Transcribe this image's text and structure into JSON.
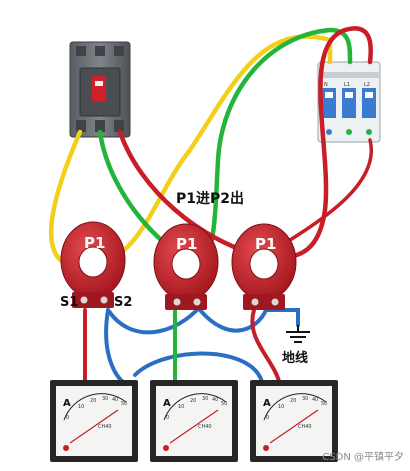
{
  "labels": {
    "p1_in_p2_out": "P1进P2出",
    "s1": "S1",
    "s2": "S2",
    "ground": "地线"
  },
  "cts": [
    {
      "label": "P1"
    },
    {
      "label": "P1"
    },
    {
      "label": "P1"
    }
  ],
  "meters": [
    {
      "unit": "A",
      "scale": [
        "0",
        "10",
        "20",
        "30",
        "40",
        "50"
      ],
      "model": "CH40"
    },
    {
      "unit": "A",
      "scale": [
        "0",
        "10",
        "20",
        "30",
        "40",
        "50"
      ],
      "model": "CH40"
    },
    {
      "unit": "A",
      "scale": [
        "0",
        "10",
        "20",
        "30",
        "40",
        "50"
      ],
      "model": "CH40"
    }
  ],
  "breaker_small": {
    "pole_marks": [
      "N",
      "L1",
      "L2"
    ]
  },
  "watermark": "CSDN @平镇平夕",
  "colors": {
    "yellow": "#f2cf1a",
    "green": "#23b53a",
    "red": "#c81e28",
    "blue": "#2a6fc4",
    "ct_red": "#c9242c"
  }
}
